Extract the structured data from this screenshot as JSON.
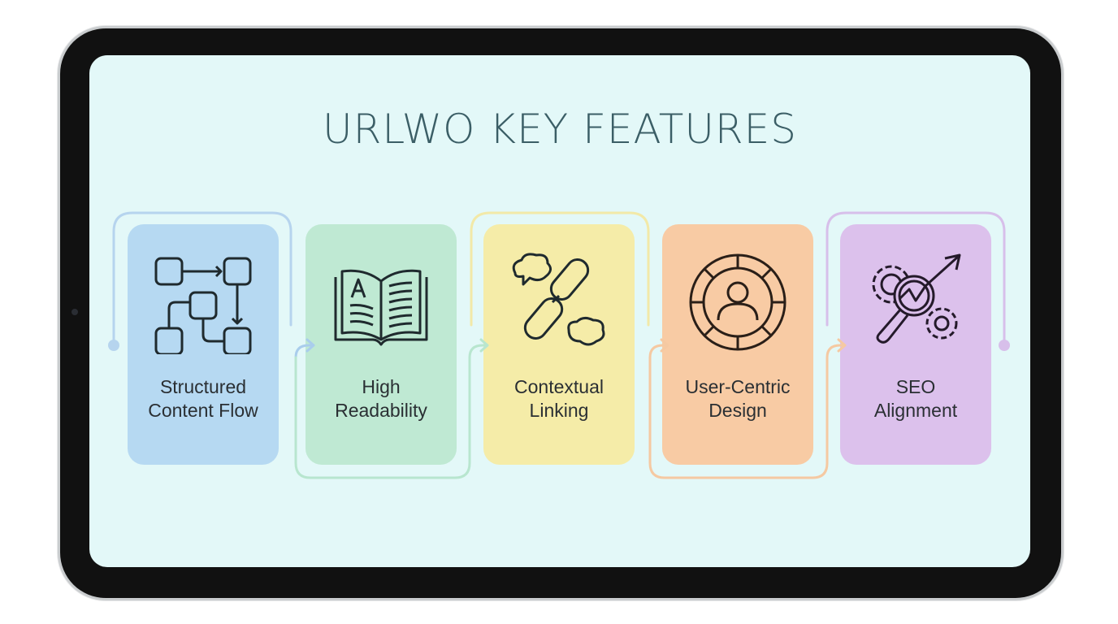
{
  "title": "URLWO KEY FEATURES",
  "features": [
    {
      "line1": "Structured",
      "line2": "Content Flow",
      "icon": "flowchart-icon",
      "color": "#b6d9f2"
    },
    {
      "line1": "High",
      "line2": "Readability",
      "icon": "open-book-icon",
      "color": "#bfe9d3"
    },
    {
      "line1": "Contextual",
      "line2": "Linking",
      "icon": "chain-link-icon",
      "color": "#f5eca8"
    },
    {
      "line1": "User-Centric",
      "line2": "Design",
      "icon": "user-target-icon",
      "color": "#f8cba4"
    },
    {
      "line1": "SEO",
      "line2": "Alignment",
      "icon": "seo-gear-magnifier-icon",
      "color": "#dcc1ec"
    }
  ]
}
